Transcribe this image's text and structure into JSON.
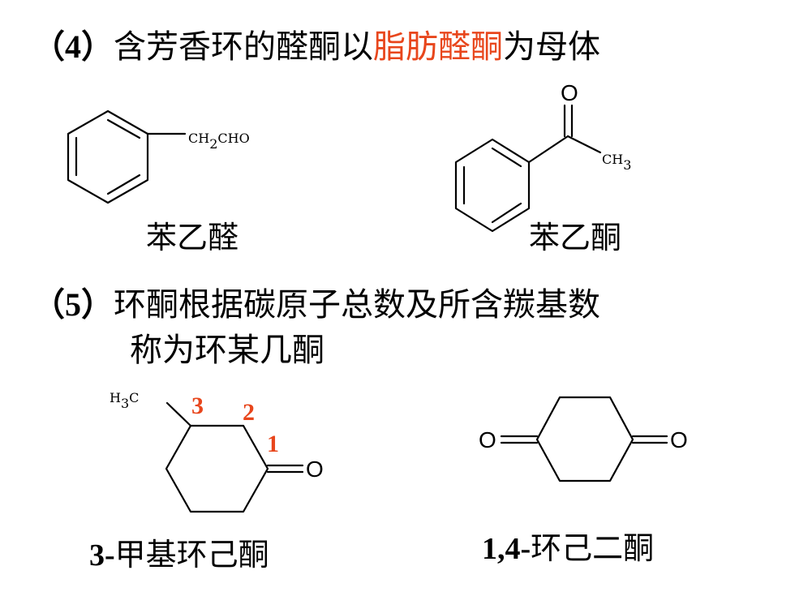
{
  "section4": {
    "number": "（4）",
    "text_before": "含芳香环的醛酮以",
    "highlight": "脂肪醛酮",
    "text_after": "为母体"
  },
  "section5": {
    "number": "（5）",
    "line1": "环酮根据碳原子总数及所含羰基数",
    "line2": "称为环某几酮"
  },
  "compounds": {
    "phenylacetaldehyde": {
      "substituent_main": "CH",
      "substituent_sub": "2",
      "substituent_tail": "CHO",
      "name": "苯乙醛"
    },
    "acetophenone": {
      "oxygen": "O",
      "methyl_main": "CH",
      "methyl_sub": "3",
      "name": "苯乙酮"
    },
    "methylcyclohexanone": {
      "methyl_h": "H",
      "methyl_sub": "3",
      "methyl_c": "C",
      "oxygen": "O",
      "locants": [
        "1",
        "2",
        "3"
      ],
      "name_number": "3-",
      "name_text": "甲基环己酮"
    },
    "cyclohexanedione": {
      "oxygen_left": "O",
      "oxygen_right": "O",
      "name_number": "1,4-",
      "name_text": "环己二酮"
    }
  },
  "colors": {
    "highlight": "#e8461c",
    "text": "#000000",
    "background": "#ffffff"
  }
}
